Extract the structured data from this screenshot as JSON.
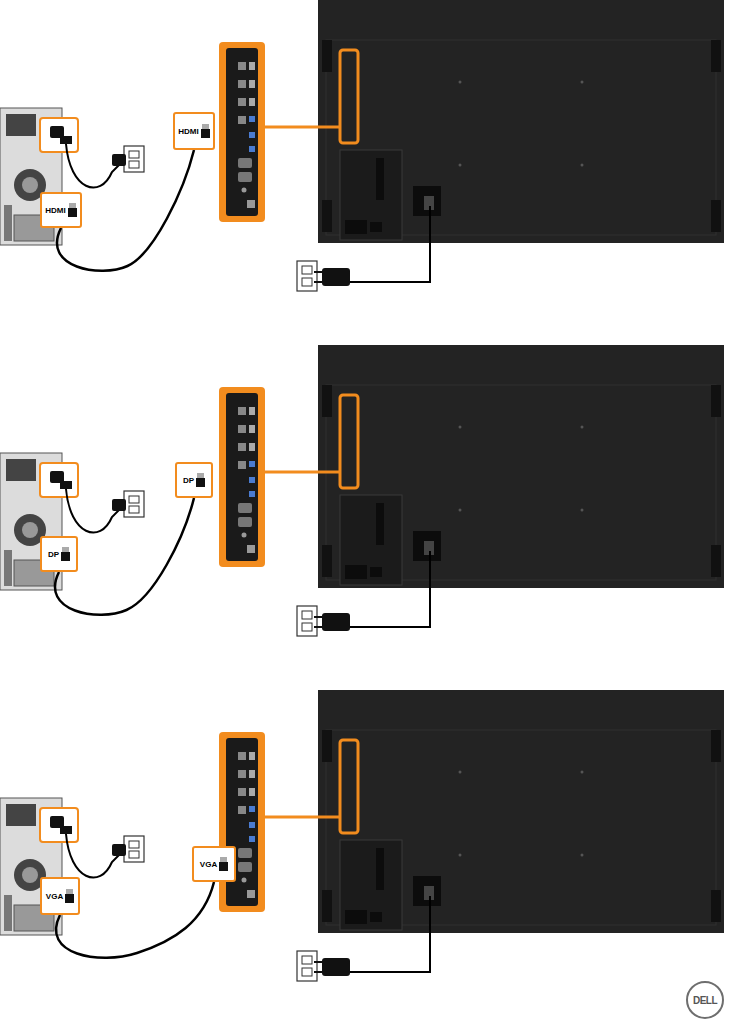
{
  "diagram": {
    "nodes": [
      {
        "text": [
          "HDMI"
        ]
      },
      {
        "text": [
          "HDMI"
        ]
      },
      {
        "text": [
          "DP"
        ]
      },
      {
        "text": [
          "DP"
        ]
      },
      {
        "text": [
          "VGA"
        ]
      },
      {
        "text": [
          "VGA"
        ]
      }
    ],
    "edges": [
      {
        "from": 1,
        "to": 0,
        "arrow": "none"
      },
      {
        "from": 3,
        "to": 2,
        "arrow": "none"
      },
      {
        "from": 5,
        "to": 4,
        "arrow": "none"
      }
    ],
    "labels": [
      "DELL"
    ]
  }
}
